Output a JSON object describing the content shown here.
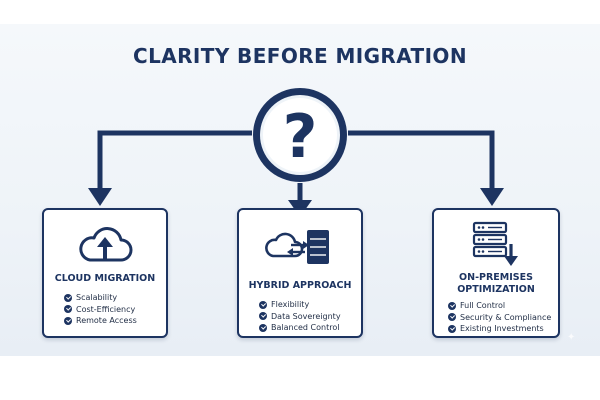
{
  "title": "CLARITY BEFORE MIGRATION",
  "center": {
    "symbol": "?",
    "icon": "question-mark-icon"
  },
  "options": [
    {
      "title_lines": [
        "CLOUD MIGRATION"
      ],
      "icon": "cloud-upload-icon",
      "benefits": [
        "Scalability",
        "Cost-Efficiency",
        "Remote Access"
      ]
    },
    {
      "title_lines": [
        "HYBRID APPROACH"
      ],
      "icon": "cloud-server-exchange-icon",
      "benefits": [
        "Flexibility",
        "Data Sovereignty",
        "Balanced Control"
      ]
    },
    {
      "title_lines": [
        "ON-PREMISES",
        "OPTIMIZATION"
      ],
      "icon": "server-rack-download-icon",
      "benefits": [
        "Full Control",
        "Security & Compliance",
        "Existing Investments"
      ]
    }
  ],
  "colors": {
    "navy": "#1d3461",
    "background": "#eef3f8",
    "card": "#ffffff"
  }
}
